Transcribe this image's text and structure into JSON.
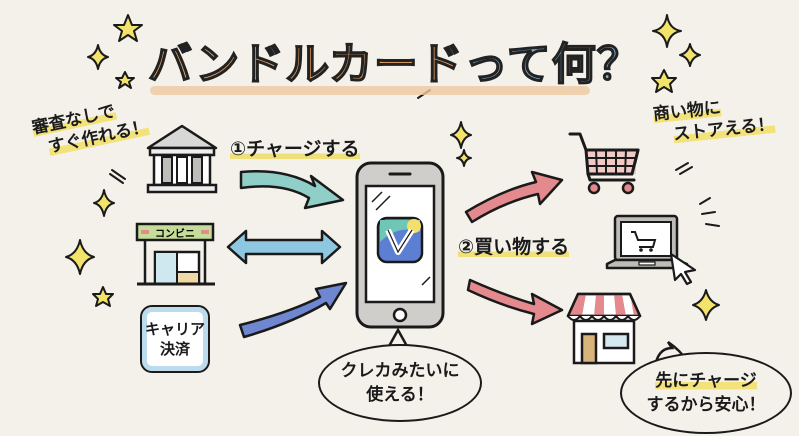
{
  "title": {
    "part_orange": "バンドルカード",
    "part_blue": "って何？",
    "colors": {
      "orange": "#eaa664",
      "blue": "#7fb4d3"
    }
  },
  "notes": {
    "left_top": {
      "line1": "審査なしで",
      "line2": "すぐ作れる！"
    },
    "right_top": {
      "line1": "商い物に",
      "line2": "ストアえる！"
    }
  },
  "steps": {
    "charge": {
      "number": "①",
      "label": "チャージする"
    },
    "shop": {
      "number": "②",
      "label": "買い物する"
    }
  },
  "sources": {
    "bank": {
      "icon": "bank-icon"
    },
    "convenience_store": {
      "icon": "convenience-store-icon",
      "sign": "コンビニ"
    },
    "carrier": {
      "line1": "キャリア",
      "line2": "決済"
    }
  },
  "phone": {
    "icon": "smartphone-icon",
    "app_icon": "vandle-app-icon",
    "app_letter": "V"
  },
  "destinations": {
    "cart": {
      "icon": "shopping-cart-icon"
    },
    "laptop": {
      "icon": "laptop-cart-icon"
    },
    "shop": {
      "icon": "storefront-icon"
    }
  },
  "bubbles": {
    "phone": {
      "line1": "クレカみたいに",
      "line2": "使える！"
    },
    "shop": {
      "line1": "先にチャージ",
      "line2": "するから安心！"
    }
  },
  "arrow_colors": {
    "teal": "#8fcfc8",
    "light_blue": "#8ec8e0",
    "indigo": "#6f86d0",
    "pink": "#e48a8e"
  }
}
